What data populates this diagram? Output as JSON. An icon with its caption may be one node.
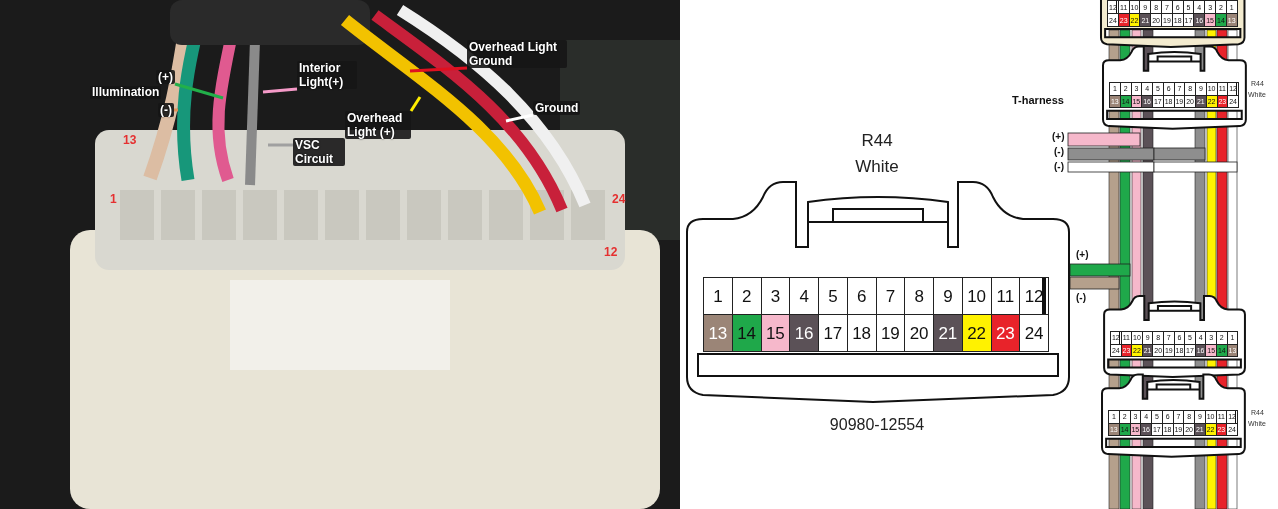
{
  "diagram": {
    "nodes": [
      {
        "text": [
          "(+)"
        ]
      },
      {
        "text": [
          "(-)"
        ]
      },
      {
        "text": [
          "Interior Light(+)"
        ]
      },
      {
        "text": [
          "VSC Circuit"
        ]
      },
      {
        "text": [
          "Overhead Light (+)"
        ]
      },
      {
        "text": [
          "Overhead Light Ground"
        ]
      },
      {
        "text": [
          "Ground"
        ]
      }
    ],
    "edges": [
      {
        "from": 0,
        "to": null,
        "arrow": "none",
        "color": "#22b04a"
      },
      {
        "from": 1,
        "to": null,
        "arrow": "none",
        "color": "#e0915a"
      },
      {
        "from": 2,
        "to": null,
        "arrow": "none",
        "color": "#f59ac8"
      },
      {
        "from": 3,
        "to": null,
        "arrow": "none",
        "color": "#a0a0a0"
      },
      {
        "from": 4,
        "to": null,
        "arrow": "none",
        "color": "#ffee00"
      },
      {
        "from": 5,
        "to": null,
        "arrow": "none",
        "color": "#e01020"
      },
      {
        "from": 6,
        "to": null,
        "arrow": "none",
        "color": "#ffffff"
      }
    ],
    "labels": [
      "Illumination",
      "13",
      "1",
      "24",
      "12",
      "12",
      "11",
      "10",
      "9",
      "8",
      "7",
      "6",
      "5",
      "4",
      "3",
      "2",
      "1",
      "24",
      "23",
      "22",
      "21",
      "20",
      "19",
      "18",
      "17",
      "16",
      "15",
      "14",
      "13",
      "1",
      "2",
      "3",
      "4",
      "5",
      "6",
      "7",
      "8",
      "9",
      "10",
      "11",
      "12",
      "13",
      "14",
      "15",
      "16",
      "17",
      "18",
      "19",
      "20",
      "21",
      "22",
      "23",
      "24",
      "R44",
      "White",
      "T-harness",
      "(+)",
      "(-)",
      "(-)",
      "R44",
      "White",
      "1",
      "2",
      "3",
      "4",
      "5",
      "6",
      "7",
      "8",
      "9",
      "10",
      "11",
      "12",
      "13",
      "14",
      "15",
      "16",
      "17",
      "18",
      "19",
      "20",
      "21",
      "22",
      "23",
      "24",
      "(+)",
      "(-)",
      "12",
      "11",
      "10",
      "9",
      "8",
      "7",
      "6",
      "5",
      "4",
      "3",
      "2",
      "1",
      "24",
      "23",
      "22",
      "21",
      "20",
      "19",
      "18",
      "17",
      "16",
      "15",
      "14",
      "13",
      "90980-12554",
      "1",
      "2",
      "3",
      "4",
      "5",
      "6",
      "7",
      "8",
      "9",
      "10",
      "11",
      "12",
      "13",
      "14",
      "15",
      "16",
      "17",
      "18",
      "19",
      "20",
      "21",
      "22",
      "23",
      "24",
      "R44",
      "White"
    ]
  }
}
